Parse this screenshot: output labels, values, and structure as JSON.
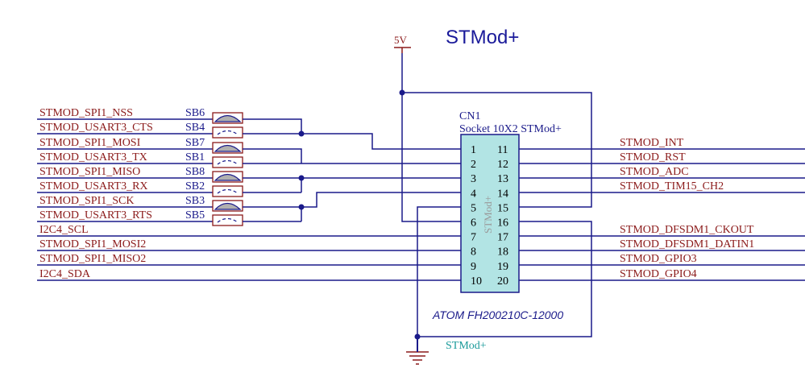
{
  "title": "STMod+",
  "power": {
    "label": "5V"
  },
  "ground": {
    "label": "STMod+"
  },
  "connector": {
    "ref": "CN1",
    "value": "Socket 10X2 STMod+",
    "body_label": "STMod+",
    "part_number": "ATOM FH200210C-12000",
    "body_color": "#b2e4e4",
    "left_pins": [
      "1",
      "2",
      "3",
      "4",
      "5",
      "6",
      "7",
      "8",
      "9",
      "10"
    ],
    "right_pins": [
      "11",
      "12",
      "13",
      "14",
      "15",
      "16",
      "17",
      "18",
      "19",
      "20"
    ]
  },
  "left_nets": [
    "STMOD_SPI1_NSS",
    "STMOD_USART3_CTS",
    "STMOD_SPI1_MOSI",
    "STMOD_USART3_TX",
    "STMOD_SPI1_MISO",
    "STMOD_USART3_RX",
    "STMOD_SPI1_SCK",
    "STMOD_USART3_RTS",
    "I2C4_SCL",
    "STMOD_SPI1_MOSI2",
    "STMOD_SPI1_MISO2",
    "I2C4_SDA"
  ],
  "solder_bridges": [
    "SB6",
    "SB4",
    "SB7",
    "SB1",
    "SB8",
    "SB2",
    "SB3",
    "SB5"
  ],
  "right_nets": [
    "STMOD_INT",
    "STMOD_RST",
    "STMOD_ADC",
    "STMOD_TIM15_CH2",
    "STMOD_DFSDM1_CKOUT",
    "STMOD_DFSDM1_DATIN1",
    "STMOD_GPIO3",
    "STMOD_GPIO4"
  ]
}
